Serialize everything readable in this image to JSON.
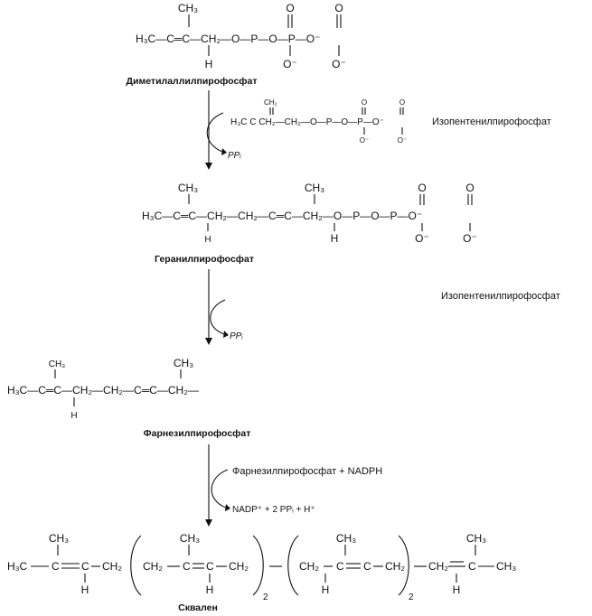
{
  "compounds": {
    "dmapp": {
      "name": "Диметилаллилпирофосфат",
      "chain": "H₃C—C═C—CH₂—O—P—O—P—O⁻",
      "methyl": "CH₃",
      "h": "H",
      "p1_top": "O",
      "p1_bottom": "O⁻",
      "p2_top": "O",
      "p2_bottom": "O⁻"
    },
    "ipp_structure": {
      "chain": "H₃C  C  CH₂—CH₂—O—P—O—P—O⁻",
      "top": "CH₂",
      "p1_top": "O",
      "p1_bottom": "O⁻",
      "p2_top": "O",
      "p2_bottom": "O⁻"
    },
    "gpp": {
      "name": "Геранилпирофосфат",
      "chain": "H₃C—C═C—CH₂—CH₂—C═C—CH₂—O—P—O—P—O⁻",
      "methyl1": "CH₃",
      "methyl2": "CH₃",
      "h1": "H",
      "h2": "H",
      "p1_top": "O",
      "p1_bottom": "O⁻",
      "p2_top": "O",
      "p2_bottom": "O⁻"
    },
    "fpp": {
      "name": "Фарнезилпирофосфат",
      "chain": "H₃C—C═C—CH₂—CH₂—C═C—CH₂—",
      "methyl1": "CH₃",
      "methyl2": "CH₃",
      "h1": "H"
    },
    "squalene": {
      "name": "Сквален",
      "methyl": "CH₃",
      "h": "H",
      "sub": "2"
    }
  },
  "reactants": {
    "ipp_label_1": "Изопентенилпирофосфат",
    "ipp_label_2": "Изопентенилпирофосфат",
    "step3_input": "Фарнезилпирофосфат + NADPH"
  },
  "products": {
    "step1": "PPᵢ",
    "step2": "PPᵢ",
    "step3": "NADP⁺ + 2 PPᵢ + H⁺"
  }
}
